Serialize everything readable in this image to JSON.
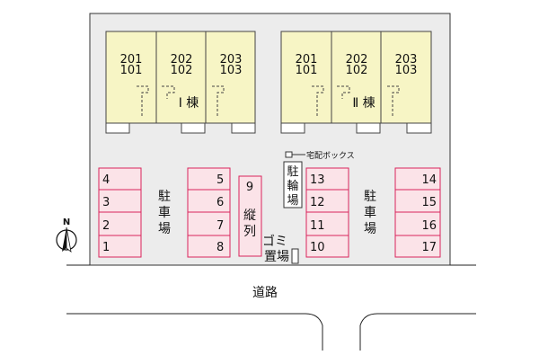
{
  "buildings": [
    {
      "units": [
        {
          "upper": "201",
          "lower": "101"
        },
        {
          "upper": "202",
          "lower": "102"
        },
        {
          "upper": "203",
          "lower": "103"
        }
      ],
      "name": "Ⅰ 棟"
    },
    {
      "units": [
        {
          "upper": "201",
          "lower": "101"
        },
        {
          "upper": "202",
          "lower": "102"
        },
        {
          "upper": "203",
          "lower": "103"
        }
      ],
      "name": "Ⅱ 棟"
    }
  ],
  "parking": {
    "left_column": [
      "4",
      "3",
      "2",
      "1"
    ],
    "center_left_column": [
      "5",
      "6",
      "7",
      "8"
    ],
    "tandem_spot": "9",
    "tandem_label": [
      "縦",
      "列"
    ],
    "center_right_column": [
      "13",
      "12",
      "11",
      "10"
    ],
    "right_column": [
      "14",
      "15",
      "16",
      "17"
    ],
    "label_left": [
      "駐",
      "車",
      "場"
    ],
    "label_right": [
      "駐",
      "車",
      "場"
    ]
  },
  "bicycle_parking": [
    "駐",
    "輪",
    "場"
  ],
  "delivery_box_label": "宅配ボックス",
  "garbage_area": [
    "ゴミ",
    "置場"
  ],
  "road_label": "道路",
  "compass": {
    "letter": "N"
  },
  "colors": {
    "lot": "#ececec",
    "building": "#f7f5c5",
    "parking_fill": "#fbe3e8",
    "parking_stroke": "#d9255c"
  }
}
